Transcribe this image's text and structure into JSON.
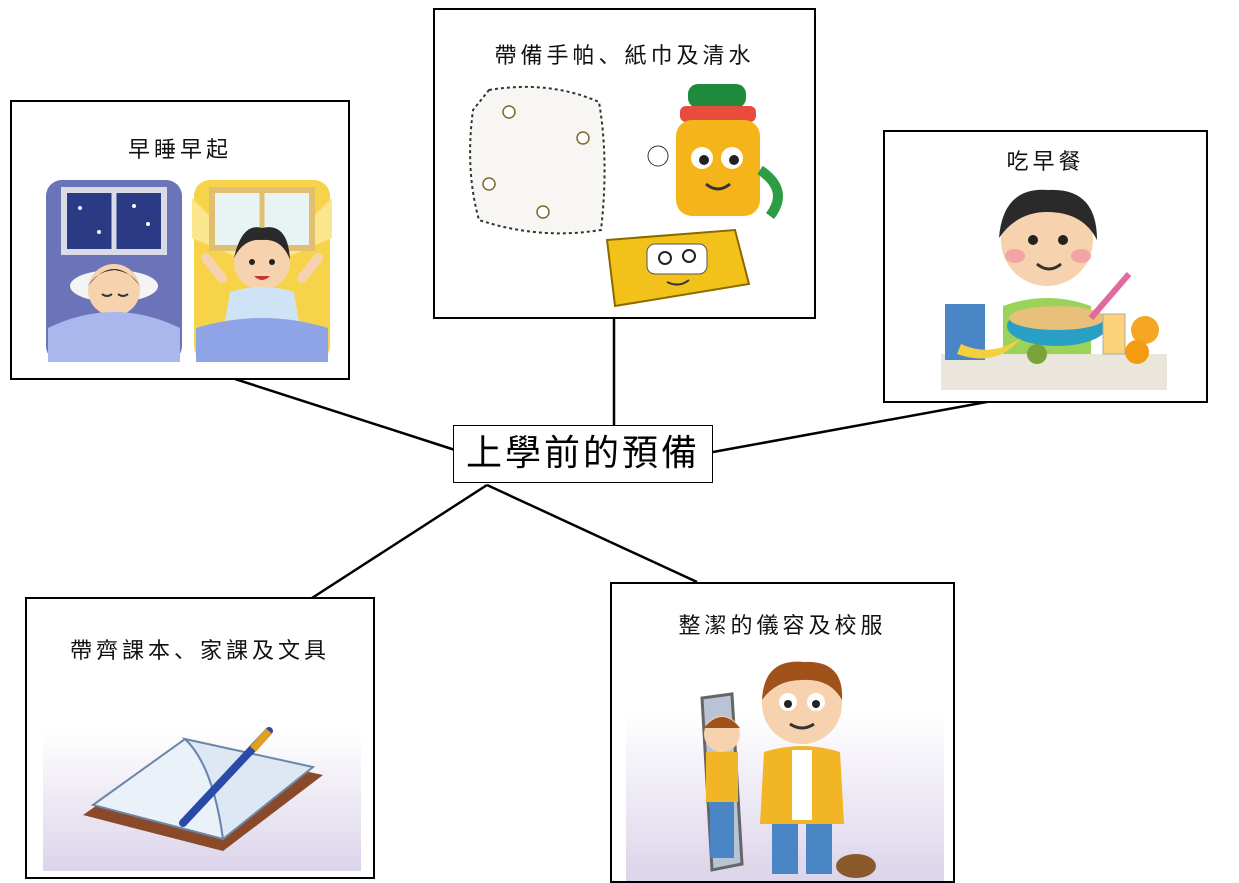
{
  "center": {
    "label": "上學前的預備"
  },
  "nodes": {
    "sleep": {
      "title": "早睡早起"
    },
    "supplies": {
      "title": "帶備手帕、紙巾及清水"
    },
    "breakfast": {
      "title": "吃早餐"
    },
    "books": {
      "title": "帶齊課本、家課及文具"
    },
    "uniform": {
      "title": "整潔的儀容及校服"
    }
  },
  "colors": {
    "line": "#000000",
    "night": "#6b74b8",
    "morning": "#f7d34a",
    "skin": "#f6d2ae",
    "hair": "#2a2a2a",
    "jacket": "#f2b526",
    "gradient_bottom": "#dcd4ea"
  },
  "icons": [
    "sleeping-boy-icon",
    "waking-boy-icon",
    "handkerchief-icon",
    "water-bottle-icon",
    "tissue-pack-icon",
    "breakfast-boy-icon",
    "open-book-icon",
    "pen-icon",
    "mirror-boy-icon"
  ]
}
